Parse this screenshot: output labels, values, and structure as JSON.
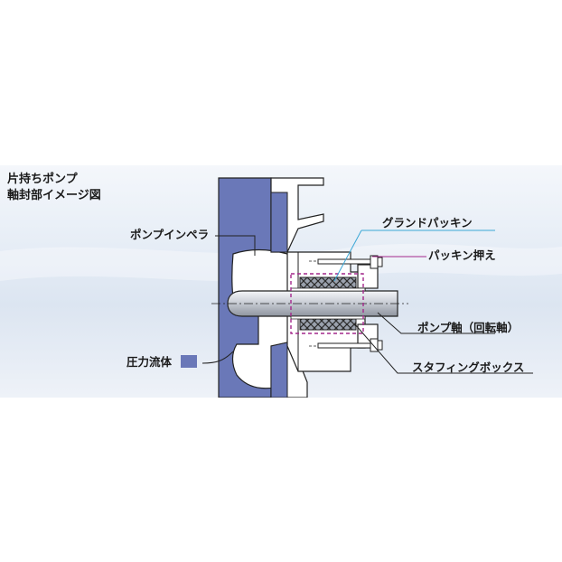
{
  "title": {
    "line1": "片持ちポンプ",
    "line2": "軸封部イメージ図"
  },
  "labels": {
    "impeller": "ポンプインペラ",
    "gland_packing": "グランドパッキン",
    "packing_gland": "パッキン押え",
    "shaft": "ポンプ軸（回転軸）",
    "stuffing_box": "スタフィングボックス",
    "pressure_fluid": "圧力流体"
  },
  "colors": {
    "pressure_fluid": "#6a78b8",
    "casing_fill": "#ffffff",
    "outline": "#222222",
    "leader_blue": "#3aa7d6",
    "leader_magenta": "#a4288c",
    "shaft": "#d9dce2"
  }
}
